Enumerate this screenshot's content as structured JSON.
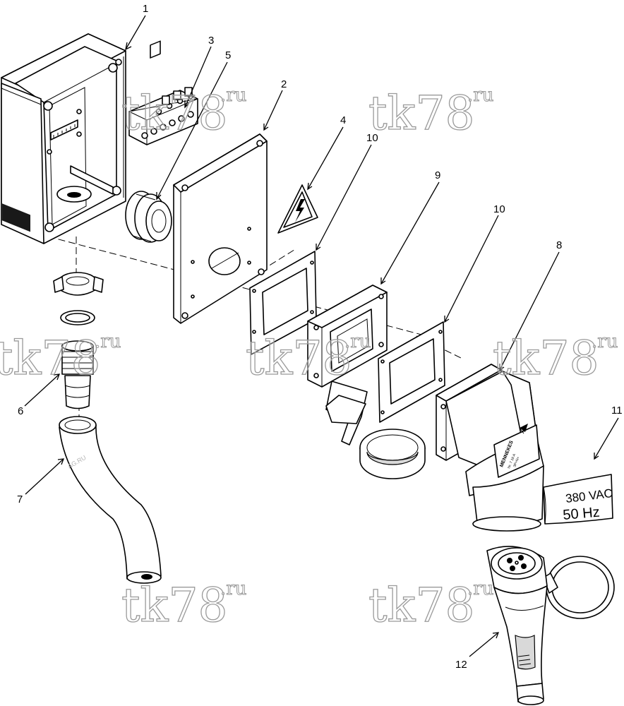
{
  "callouts": [
    "1",
    "2",
    "3",
    "4",
    "5",
    "6",
    "7",
    "8",
    "9",
    "10",
    "10",
    "11",
    "12"
  ],
  "watermark": {
    "main": "tk78",
    "suffix": ".ru",
    "small": "AG.RU"
  },
  "socket_label": {
    "voltage": "380 VAC",
    "frequency": "50 Hz"
  },
  "plug": {
    "brand": "MENNEKES",
    "line1": "Nr. 7  16 A",
    "line2": "3P+N+"
  }
}
